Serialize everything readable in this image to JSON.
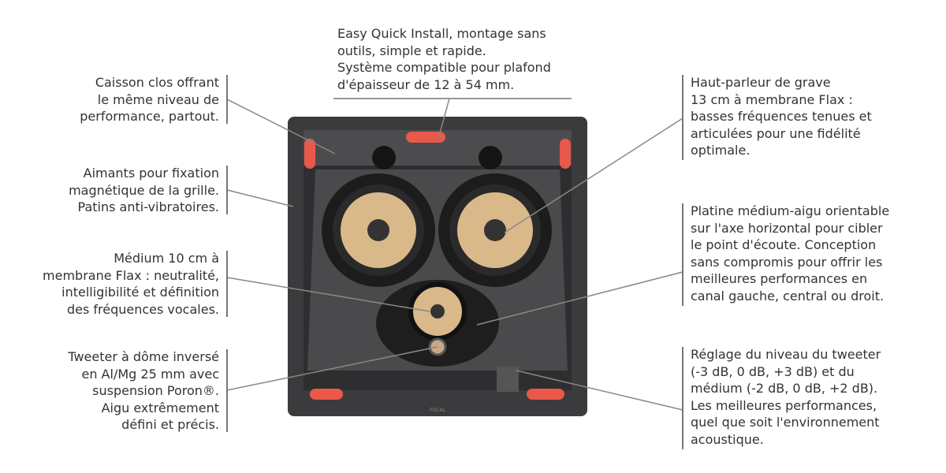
{
  "annotations": {
    "top": {
      "lines": [
        "Easy Quick Install, montage sans",
        "outils, simple et rapide.",
        "Système compatible pour plafond",
        "d'épaisseur de 12 à 54 mm."
      ]
    },
    "left": [
      {
        "lines": [
          "Caisson clos offrant",
          "le même niveau de",
          "performance, partout."
        ]
      },
      {
        "lines": [
          "Aimants pour fixation",
          "magnétique de la grille.",
          "Patins anti-vibratoires."
        ]
      },
      {
        "lines": [
          "Médium 10 cm à",
          "membrane Flax : neutralité,",
          "intelligibilité et définition",
          "des fréquences vocales."
        ]
      },
      {
        "lines": [
          "Tweeter à dôme inversé",
          "en Al/Mg 25 mm avec",
          "suspension Poron®.",
          "Aigu extrêmement",
          "défini et précis."
        ]
      }
    ],
    "right": [
      {
        "lines": [
          "Haut-parleur de grave",
          "13 cm à membrane Flax :",
          "basses fréquences tenues et",
          "articulées pour une fidélité",
          "optimale."
        ]
      },
      {
        "lines": [
          "Platine médium-aigu orientable",
          "sur l'axe horizontal pour cibler",
          "le point d'écoute. Conception",
          "sans compromis pour offrir les",
          "meilleures performances en",
          "canal gauche, central ou droit."
        ]
      },
      {
        "lines": [
          "Réglage du niveau du tweeter",
          "(-3 dB, 0 dB, +3 dB) et du",
          "médium (-2 dB, 0  dB, +2 dB).",
          "Les meilleures performances,",
          "quel que soit l'environnement",
          "acoustique."
        ]
      }
    ]
  },
  "product": {
    "brand_mark": "FOCAL"
  },
  "colors": {
    "frame": "#3b3b3d",
    "clip": "#e8594a",
    "cone": "#d9b98a",
    "text": "#333333",
    "leader": "#777777"
  }
}
